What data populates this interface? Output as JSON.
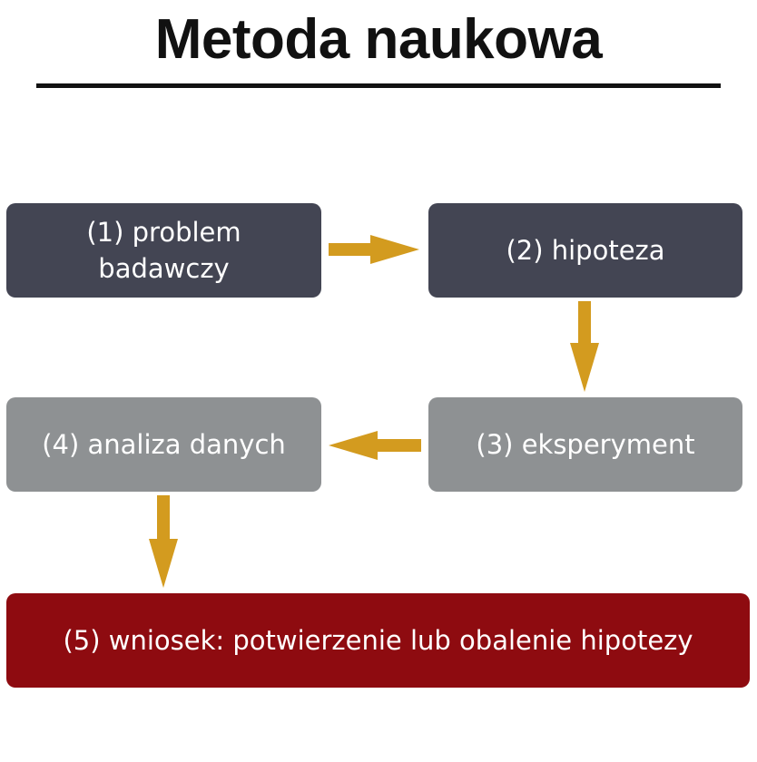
{
  "title": "Metoda naukowa",
  "steps": [
    {
      "label": "(1) problem badawczy"
    },
    {
      "label": "(2) hipoteza"
    },
    {
      "label": "(3) eksperyment"
    },
    {
      "label": "(4) analiza danych"
    },
    {
      "label": "(5) wniosek: potwierzenie lub obalenie hipotezy"
    }
  ],
  "colors": {
    "title": "#111111",
    "box_dark": "#434553",
    "box_grey": "#8e9193",
    "box_red": "#8e0b10",
    "arrow": "#d39b1f",
    "text": "#ffffff"
  }
}
